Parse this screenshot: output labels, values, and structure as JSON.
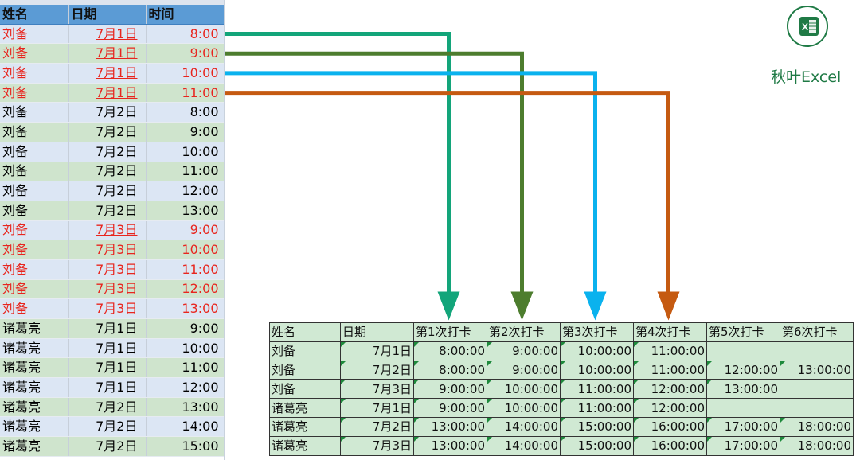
{
  "source_sheet": {
    "columns": [
      "姓名",
      "日期",
      "时间"
    ],
    "rows": [
      {
        "name": "刘备",
        "date": "7月1日",
        "time": "8:00",
        "highlight": true
      },
      {
        "name": "刘备",
        "date": "7月1日",
        "time": "9:00",
        "highlight": true
      },
      {
        "name": "刘备",
        "date": "7月1日",
        "time": "10:00",
        "highlight": true
      },
      {
        "name": "刘备",
        "date": "7月1日",
        "time": "11:00",
        "highlight": true
      },
      {
        "name": "刘备",
        "date": "7月2日",
        "time": "8:00",
        "highlight": false
      },
      {
        "name": "刘备",
        "date": "7月2日",
        "time": "9:00",
        "highlight": false
      },
      {
        "name": "刘备",
        "date": "7月2日",
        "time": "10:00",
        "highlight": false
      },
      {
        "name": "刘备",
        "date": "7月2日",
        "time": "11:00",
        "highlight": false
      },
      {
        "name": "刘备",
        "date": "7月2日",
        "time": "12:00",
        "highlight": false
      },
      {
        "name": "刘备",
        "date": "7月2日",
        "time": "13:00",
        "highlight": false
      },
      {
        "name": "刘备",
        "date": "7月3日",
        "time": "9:00",
        "highlight": true
      },
      {
        "name": "刘备",
        "date": "7月3日",
        "time": "10:00",
        "highlight": true
      },
      {
        "name": "刘备",
        "date": "7月3日",
        "time": "11:00",
        "highlight": true
      },
      {
        "name": "刘备",
        "date": "7月3日",
        "time": "12:00",
        "highlight": true
      },
      {
        "name": "刘备",
        "date": "7月3日",
        "time": "13:00",
        "highlight": true
      },
      {
        "name": "诸葛亮",
        "date": "7月1日",
        "time": "9:00",
        "highlight": false
      },
      {
        "name": "诸葛亮",
        "date": "7月1日",
        "time": "10:00",
        "highlight": false
      },
      {
        "name": "诸葛亮",
        "date": "7月1日",
        "time": "11:00",
        "highlight": false
      },
      {
        "name": "诸葛亮",
        "date": "7月1日",
        "time": "12:00",
        "highlight": false
      },
      {
        "name": "诸葛亮",
        "date": "7月2日",
        "time": "13:00",
        "highlight": false
      },
      {
        "name": "诸葛亮",
        "date": "7月2日",
        "time": "14:00",
        "highlight": false
      },
      {
        "name": "诸葛亮",
        "date": "7月2日",
        "time": "15:00",
        "highlight": false
      }
    ]
  },
  "result_table": {
    "headers": [
      "姓名",
      "日期",
      "第1次打卡",
      "第2次打卡",
      "第3次打卡",
      "第4次打卡",
      "第5次打卡",
      "第6次打卡"
    ],
    "rows": [
      [
        "刘备",
        "7月1日",
        "8:00:00",
        "9:00:00",
        "10:00:00",
        "11:00:00",
        "",
        ""
      ],
      [
        "刘备",
        "7月2日",
        "8:00:00",
        "9:00:00",
        "10:00:00",
        "11:00:00",
        "12:00:00",
        "13:00:00"
      ],
      [
        "刘备",
        "7月3日",
        "9:00:00",
        "10:00:00",
        "11:00:00",
        "12:00:00",
        "13:00:00",
        ""
      ],
      [
        "诸葛亮",
        "7月1日",
        "9:00:00",
        "10:00:00",
        "11:00:00",
        "12:00:00",
        "",
        ""
      ],
      [
        "诸葛亮",
        "7月2日",
        "13:00:00",
        "14:00:00",
        "15:00:00",
        "16:00:00",
        "17:00:00",
        "18:00:00"
      ],
      [
        "诸葛亮",
        "7月3日",
        "13:00:00",
        "14:00:00",
        "15:00:00",
        "16:00:00",
        "17:00:00",
        "18:00:00"
      ]
    ]
  },
  "arrows": [
    {
      "from": "source_sheet.rows.0",
      "to": "第1次打卡",
      "color": "#13a57a"
    },
    {
      "from": "source_sheet.rows.1",
      "to": "第2次打卡",
      "color": "#4d7d2e"
    },
    {
      "from": "source_sheet.rows.2",
      "to": "第3次打卡",
      "color": "#0ab2ee"
    },
    {
      "from": "source_sheet.rows.3",
      "to": "第4次打卡",
      "color": "#c55a11"
    }
  ],
  "logo": {
    "icon": "excel-icon",
    "glyph": "X",
    "text": "秋叶Excel",
    "color": "#1f7a45"
  },
  "colors": {
    "header_blue": "#5b9bd5",
    "row_blue": "#dce6f4",
    "row_green": "#cfe4cd",
    "highlight_red": "#e8251e",
    "result_fill": "#d0e9d3"
  }
}
